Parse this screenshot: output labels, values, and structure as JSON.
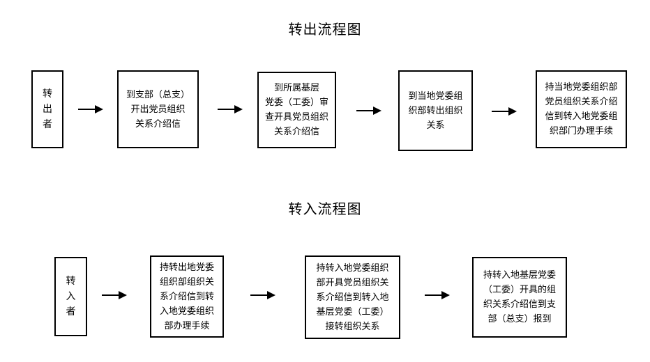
{
  "transfer_out": {
    "title": "转出流程图",
    "steps": [
      [
        "转",
        "出",
        "者"
      ],
      [
        "到支部（总支）",
        "开出党员组织",
        "关系介绍信"
      ],
      [
        "到所属基层",
        "党委（工委）审",
        "查开具党员组织",
        "关系介绍信"
      ],
      [
        "到当地党委组",
        "织部转出组织",
        "关系"
      ],
      [
        "持当地党委组织部",
        "党员组织关系介绍",
        "信到转入地党委组",
        "织部门办理手续"
      ]
    ]
  },
  "transfer_in": {
    "title": "转入流程图",
    "steps": [
      [
        "转",
        "入",
        "者"
      ],
      [
        "持转出地党委",
        "组织部组织关",
        "系介绍信到转",
        "入地党委组织",
        "部办理手续"
      ],
      [
        "持转入地党委组织",
        "部开具党员组织关",
        "系介绍信到转入地",
        "基层党委（工委）",
        "接转组织关系"
      ],
      [
        "持转入地基层党委",
        "（工委）开具的组",
        "织关系介绍信到支",
        "部（总支）报到"
      ]
    ]
  }
}
